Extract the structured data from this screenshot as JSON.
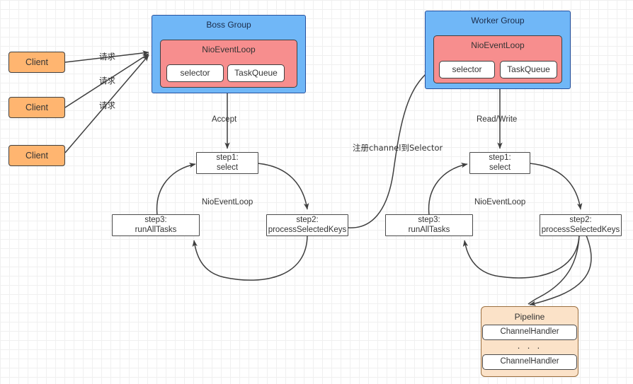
{
  "diagram": {
    "title": "Netty Boss/Worker Group NioEventLoop flow",
    "colors": {
      "group_fill": "#70b7f7",
      "group_stroke": "#26509e",
      "eventloop_fill": "#f78e8e",
      "client_fill": "#ffb570",
      "pipeline_fill": "#fbe2c8",
      "pipeline_stroke": "#9c6f3f",
      "edge_stroke": "#3f3f3f",
      "box_stroke": "#4a4a4a"
    },
    "clients": [
      {
        "label": "Client"
      },
      {
        "label": "Client"
      },
      {
        "label": "Client"
      }
    ],
    "boss_group": {
      "title": "Boss Group",
      "eventloop": {
        "title": "NioEventLoop",
        "selector": "selector",
        "taskqueue": "TaskQueue"
      }
    },
    "worker_group": {
      "title": "Worker Group",
      "eventloop": {
        "title": "NioEventLoop",
        "selector": "selector",
        "taskqueue": "TaskQueue"
      }
    },
    "boss_loop": {
      "center_label": "NioEventLoop",
      "step1": "step1:\nselect",
      "step2": "step2:\nprocessSelectedKeys",
      "step3": "step3:\nrunAllTasks"
    },
    "worker_loop": {
      "center_label": "NioEventLoop",
      "step1": "step1:\nselect",
      "step2": "step2:\nprocessSelectedKeys",
      "step3": "step3:\nrunAllTasks"
    },
    "pipeline": {
      "title": "Pipeline",
      "handler_top": "ChannelHandler",
      "ellipsis": "· · ·",
      "handler_bottom": "ChannelHandler"
    },
    "edge_labels": {
      "request_1": "请求",
      "request_2": "请求",
      "request_3": "请求",
      "accept": "Accept",
      "read_write": "Read/Write",
      "register_channel": "注册channel到Selector"
    }
  }
}
